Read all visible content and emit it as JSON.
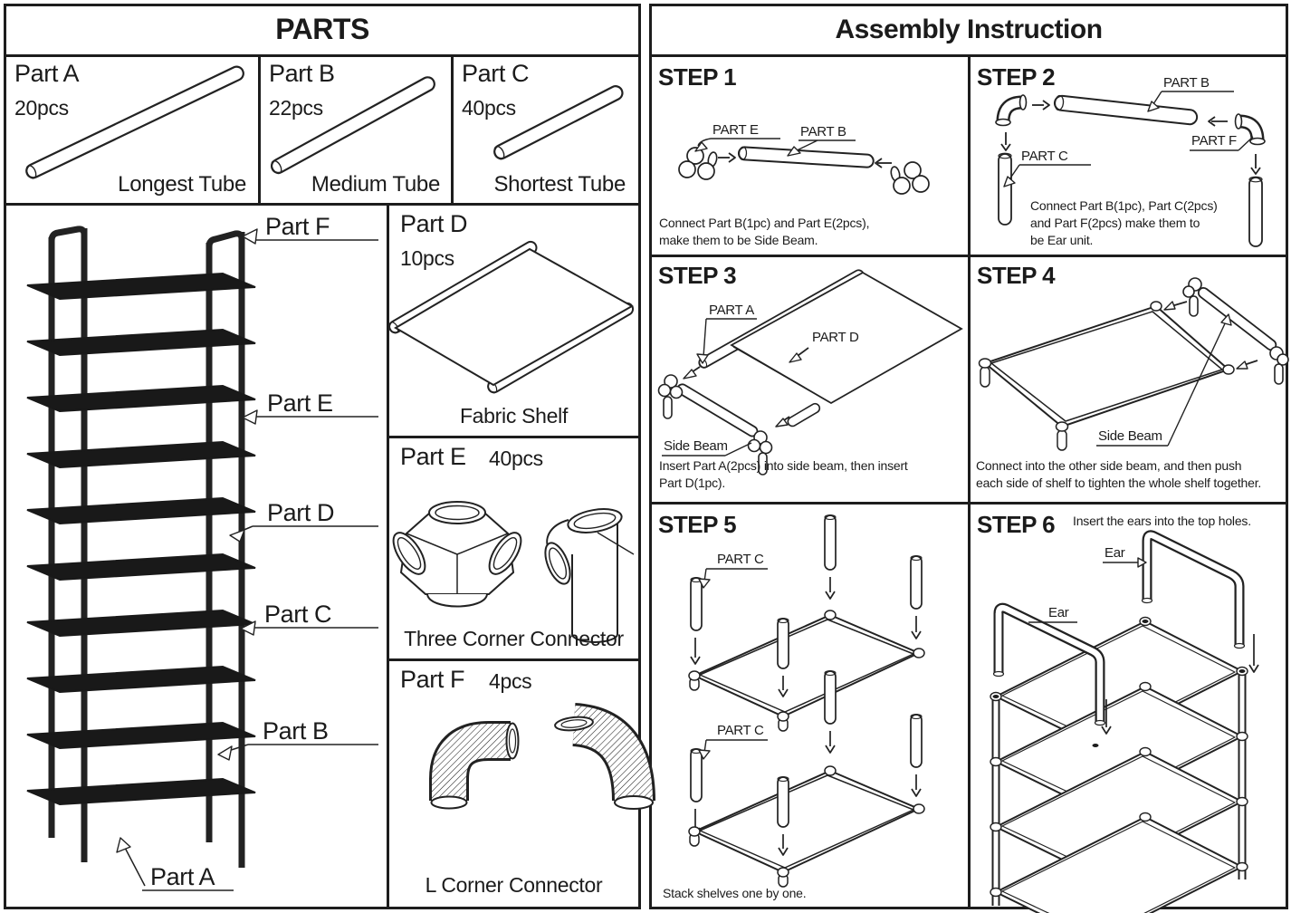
{
  "parts": {
    "title": "PARTS",
    "top_boxes": [
      {
        "name": "Part A",
        "qty": "20pcs",
        "caption": "Longest Tube"
      },
      {
        "name": "Part B",
        "qty": "22pcs",
        "caption": "Medium Tube"
      },
      {
        "name": "Part C",
        "qty": "40pcs",
        "caption": "Shortest Tube"
      }
    ],
    "rack_labels": {
      "f": "Part F",
      "e": "Part E",
      "d": "Part D",
      "c": "Part C",
      "b": "Part B",
      "a": "Part A"
    },
    "side_boxes": [
      {
        "name": "Part D",
        "qty": "10pcs",
        "caption": "Fabric Shelf"
      },
      {
        "name": "Part E",
        "qty": "40pcs",
        "caption": "Three Corner Connector"
      },
      {
        "name": "Part F",
        "qty": "4pcs",
        "caption": "L Corner Connector"
      }
    ]
  },
  "assembly": {
    "title": "Assembly Instruction",
    "steps": [
      {
        "title": "STEP 1",
        "caption": "Connect Part B(1pc) and Part E(2pcs),\nmake them to be Side Beam.",
        "labels": {
          "part_e": "PART E",
          "part_b": "PART B"
        }
      },
      {
        "title": "STEP 2",
        "caption": "Connect Part B(1pc), Part C(2pcs)\nand Part F(2pcs) make them to\nbe Ear unit.",
        "labels": {
          "part_b": "PART B",
          "part_c": "PART C",
          "part_f": "PART F"
        }
      },
      {
        "title": "STEP 3",
        "caption": "Insert Part A(2pcs) into side beam, then insert\nPart D(1pc).",
        "labels": {
          "part_a": "PART A",
          "part_d": "PART D",
          "side_beam": "Side Beam"
        }
      },
      {
        "title": "STEP 4",
        "caption": "Connect into the other side beam, and then push\neach side of shelf to tighten the whole shelf together.",
        "labels": {
          "side_beam": "Side Beam"
        }
      },
      {
        "title": "STEP 5",
        "caption": "Stack shelves one by one.",
        "labels": {
          "part_c_top": "PART C",
          "part_c_bottom": "PART C"
        }
      },
      {
        "title": "STEP 6",
        "caption": "Insert the ears into the top holes.",
        "labels": {
          "ear_right": "Ear",
          "ear_left": "Ear"
        }
      }
    ]
  }
}
